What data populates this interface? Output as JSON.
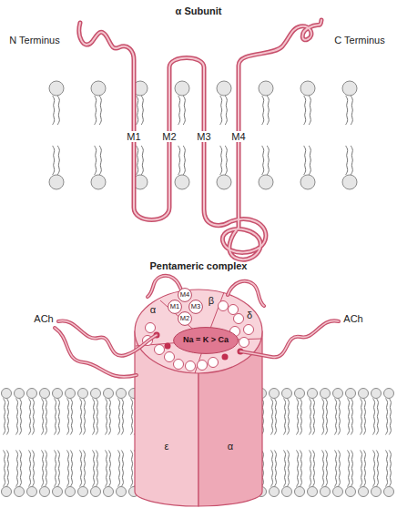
{
  "diagram": {
    "nodes": [
      {
        "text": [
          "Na = K > Ca"
        ]
      },
      {
        "text": [
          "M4"
        ]
      },
      {
        "text": [
          "M1"
        ]
      },
      {
        "text": [
          "M3"
        ]
      },
      {
        "text": [
          "M2"
        ]
      }
    ],
    "labels": [
      "α Subunit",
      "N Terminus",
      "C Terminus",
      "M1",
      "M2",
      "M3",
      "M4",
      "Pentameric complex",
      "ACh",
      "ACh",
      "α",
      "β",
      "δ",
      "ε",
      "α"
    ]
  }
}
